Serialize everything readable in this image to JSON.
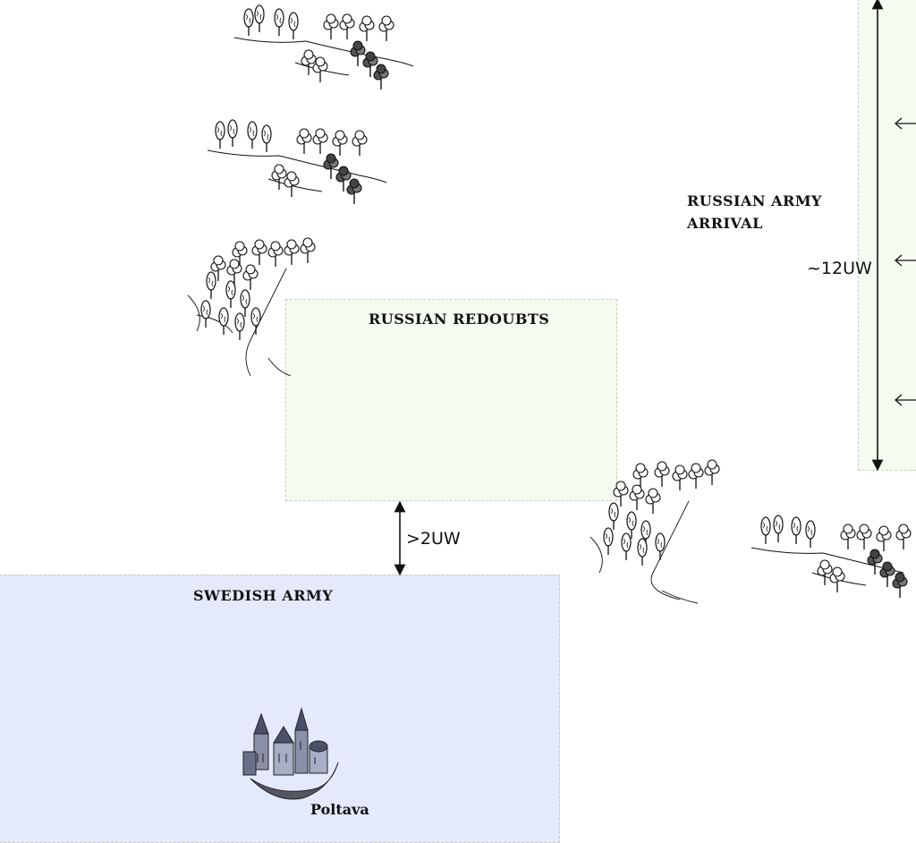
{
  "zones": {
    "russian_redoubts": {
      "label": "RUSSIAN REDOUBTS",
      "fill": "#f6fbf0"
    },
    "swedish_army": {
      "label": "SWEDISH ARMY",
      "fill": "#e4e9fb"
    },
    "russian_arrival": {
      "label_line1": "RUSSIAN ARMY",
      "label_line2": "ARRIVAL",
      "fill": "#f6fbf0"
    }
  },
  "measurements": {
    "gap": ">2UW",
    "arrival_length": "~12UW"
  },
  "town": {
    "label": "Poltava",
    "icon": "fortified-town-icon"
  },
  "terrain": {
    "icon": "forest-icon",
    "color": "#111111"
  }
}
